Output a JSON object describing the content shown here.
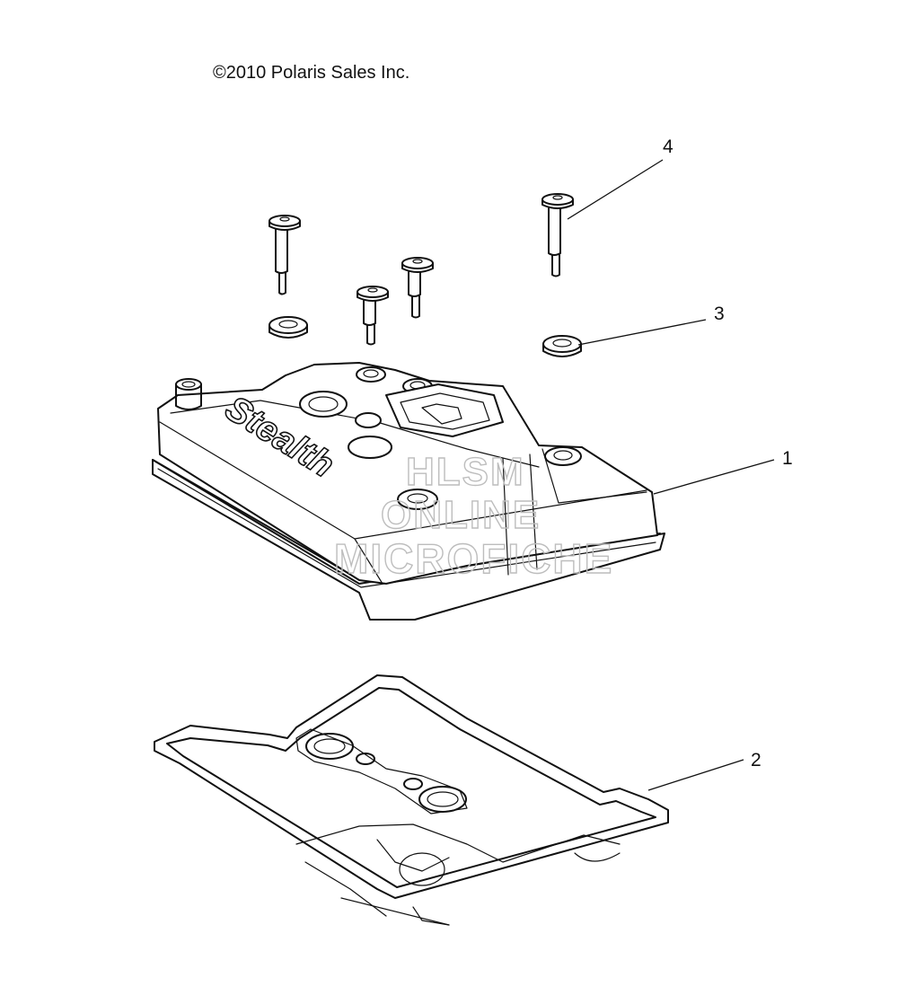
{
  "copyright": "©2010 Polaris Sales Inc.",
  "callouts": [
    {
      "id": "part-1",
      "label": "1",
      "part": "valve-cover"
    },
    {
      "id": "part-2",
      "label": "2",
      "part": "valve-cover-gasket"
    },
    {
      "id": "part-3",
      "label": "3",
      "part": "grommet"
    },
    {
      "id": "part-4",
      "label": "4",
      "part": "screw"
    }
  ],
  "watermark": [
    "HLSM",
    "ONLINE",
    "MICROFICHE"
  ],
  "cover_logo": "Stealth"
}
